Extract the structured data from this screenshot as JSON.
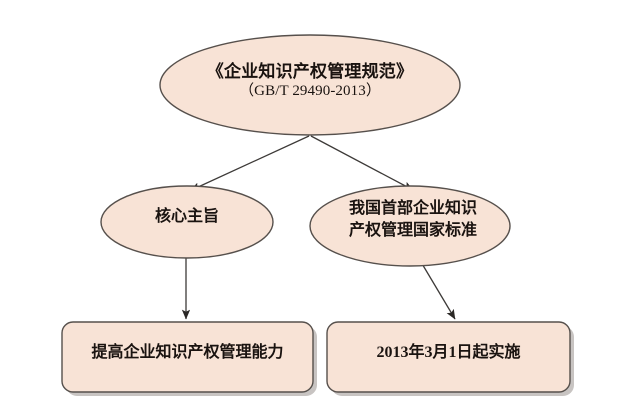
{
  "diagram": {
    "background_color": "#ffffff",
    "node_fill_color": "#f8e3d6",
    "node_border_color": "#56504c",
    "connector_color": "#3d3a38",
    "nodes": {
      "root": {
        "shape": "ellipse",
        "title": "《企业知识产权管理规范》",
        "subtitle": "（GB/T 29490-2013）"
      },
      "mid_left": {
        "shape": "ellipse",
        "label": "核心主旨"
      },
      "mid_right": {
        "shape": "ellipse",
        "line1": "我国首部企业知识",
        "line2": "产权管理国家标准"
      },
      "leaf_left": {
        "shape": "rounded-rectangle",
        "label": "提高企业知识产权管理能力"
      },
      "leaf_right": {
        "shape": "rounded-rectangle",
        "label": "2013年3月1日起实施"
      }
    },
    "connectors": [
      {
        "name": "root-to-mid-left",
        "from": "root",
        "to": "mid_left",
        "style": "arrow"
      },
      {
        "name": "root-to-mid-right",
        "from": "root",
        "to": "mid_right",
        "style": "arrow"
      },
      {
        "name": "mid-left-to-leaf-left",
        "from": "mid_left",
        "to": "leaf_left",
        "style": "arrow"
      },
      {
        "name": "mid-right-to-leaf-right",
        "from": "mid_right",
        "to": "leaf_right",
        "style": "arrow"
      }
    ]
  }
}
